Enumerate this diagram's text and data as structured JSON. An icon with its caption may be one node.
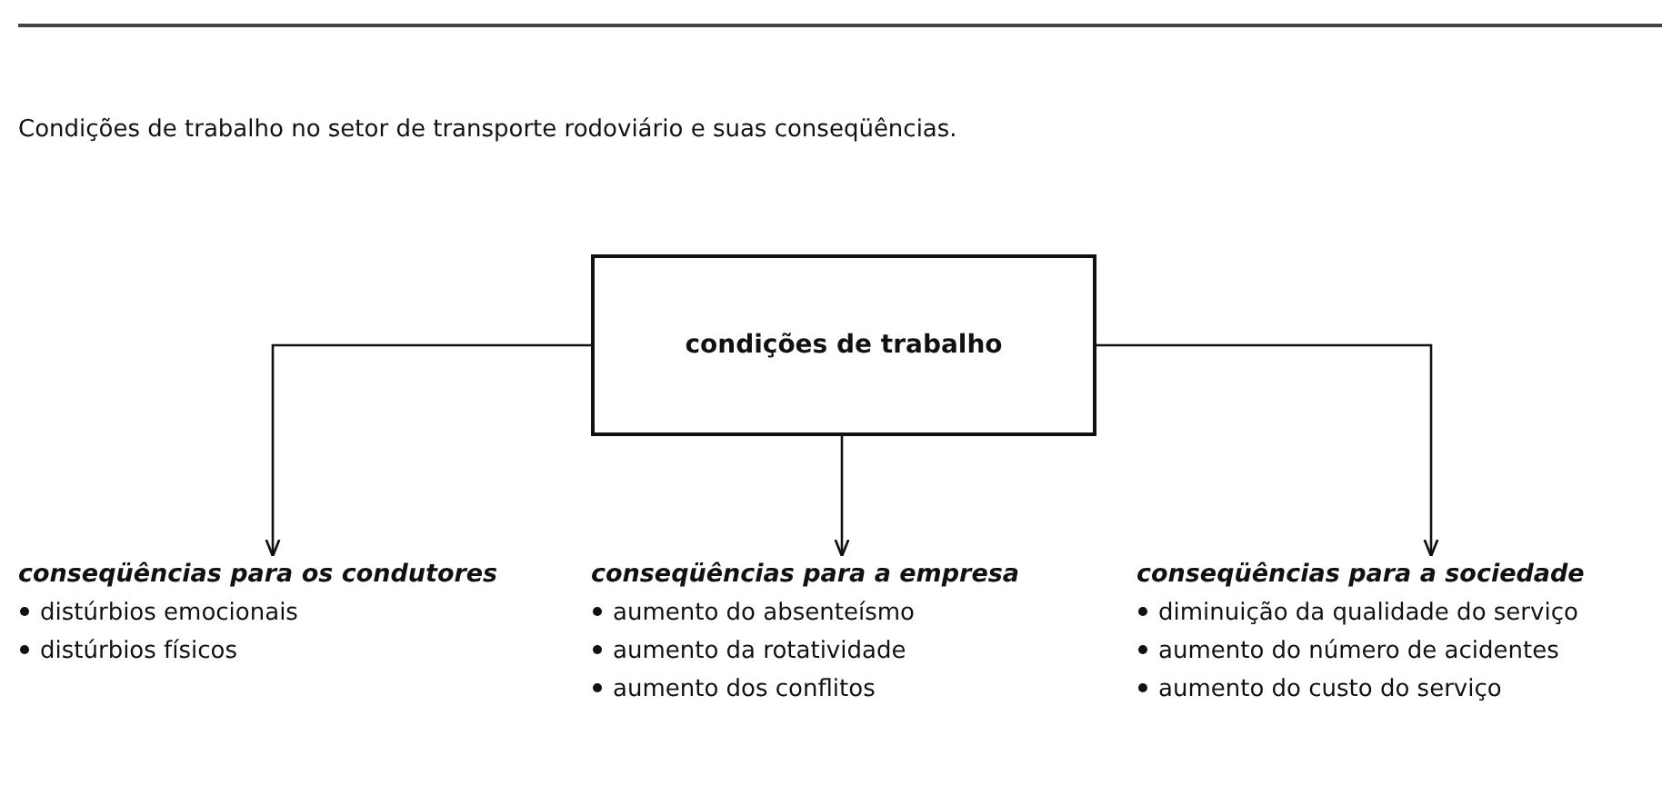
{
  "diagram": {
    "title": "Condições de trabalho no setor de transporte rodoviário e suas conseqüências.",
    "nodes": [
      {
        "text": [
          "condições de trabalho"
        ]
      },
      {
        "text": [
          "conseqüências para os condutores",
          "distúrbios emocionais",
          "distúrbios físicos"
        ]
      },
      {
        "text": [
          "conseqüências para a empresa",
          "aumento do absenteísmo",
          "aumento da rotatividade",
          "aumento dos conflitos"
        ]
      },
      {
        "text": [
          "conseqüências para a sociedade",
          "diminuição da qualidade do serviço",
          "aumento do número de acidentes",
          "aumento do custo do serviço"
        ]
      }
    ],
    "edges": [
      {
        "from": 0,
        "to": 1,
        "arrow": "to"
      },
      {
        "from": 0,
        "to": 2,
        "arrow": "to"
      },
      {
        "from": 0,
        "to": 3,
        "arrow": "to"
      }
    ]
  }
}
